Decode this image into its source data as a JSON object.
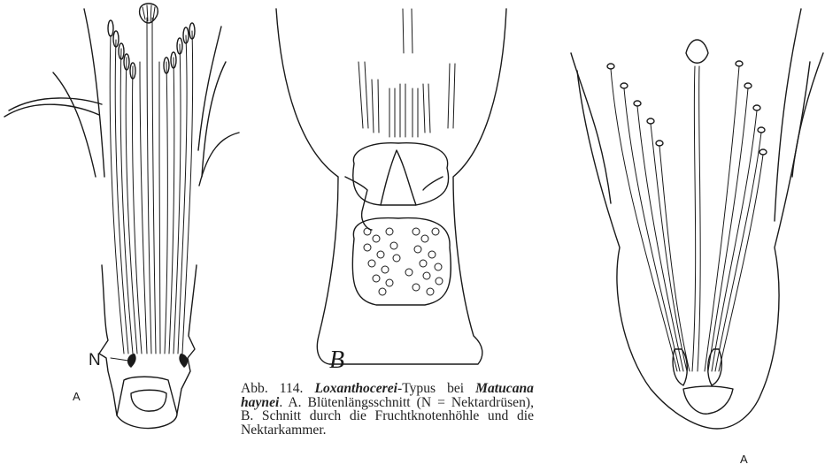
{
  "labels": {
    "n": "N",
    "a_left": "A",
    "b": "B",
    "a_right": "A"
  },
  "caption": {
    "prefix": "Abb. 114.",
    "taxon1": "Loxanthocerei",
    "text1": "-Typus bei",
    "taxon2": "Matucana haynei",
    "text2": ". A. Blütenlängs­schnitt (N = Nektardrüsen), B. Schnitt durch die Fruchtknotenhöhle und die Nektarkammer."
  }
}
